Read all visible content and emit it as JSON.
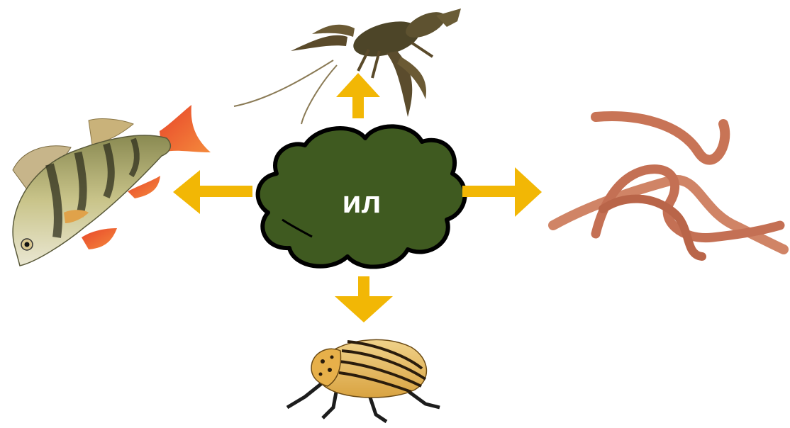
{
  "diagram": {
    "center_label": "ил",
    "center_color": "#3f5a20",
    "arrow_color": "#f2b705",
    "nodes": [
      {
        "id": "crayfish",
        "icon": "crayfish-icon",
        "direction": "up"
      },
      {
        "id": "perch",
        "icon": "fish-icon",
        "direction": "left"
      },
      {
        "id": "earthworms",
        "icon": "worm-icon",
        "direction": "right"
      },
      {
        "id": "beetle",
        "icon": "beetle-icon",
        "direction": "down"
      }
    ]
  }
}
